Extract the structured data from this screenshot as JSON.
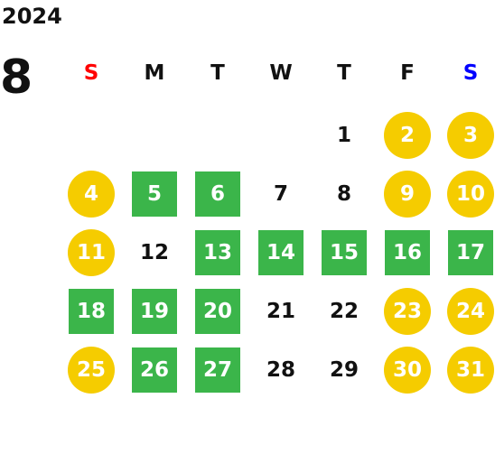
{
  "header": {
    "year": "2024",
    "month": "8"
  },
  "weekdays": [
    {
      "label": "S",
      "color": "#ff0000"
    },
    {
      "label": "M",
      "color": "#111111"
    },
    {
      "label": "T",
      "color": "#111111"
    },
    {
      "label": "W",
      "color": "#111111"
    },
    {
      "label": "T",
      "color": "#111111"
    },
    {
      "label": "F",
      "color": "#111111"
    },
    {
      "label": "S",
      "color": "#0000ff"
    }
  ],
  "colors": {
    "holiday_circle": "#f5cc00",
    "green_square": "#3bb54a",
    "plain_text": "#111111"
  },
  "days": [
    {
      "day": "1",
      "style": "plain"
    },
    {
      "day": "2",
      "style": "circle"
    },
    {
      "day": "3",
      "style": "circle"
    },
    {
      "day": "4",
      "style": "circle"
    },
    {
      "day": "5",
      "style": "square"
    },
    {
      "day": "6",
      "style": "square"
    },
    {
      "day": "7",
      "style": "plain"
    },
    {
      "day": "8",
      "style": "plain"
    },
    {
      "day": "9",
      "style": "circle"
    },
    {
      "day": "10",
      "style": "circle"
    },
    {
      "day": "11",
      "style": "circle"
    },
    {
      "day": "12",
      "style": "plain"
    },
    {
      "day": "13",
      "style": "square"
    },
    {
      "day": "14",
      "style": "square"
    },
    {
      "day": "15",
      "style": "square"
    },
    {
      "day": "16",
      "style": "square"
    },
    {
      "day": "17",
      "style": "square"
    },
    {
      "day": "18",
      "style": "square"
    },
    {
      "day": "19",
      "style": "square"
    },
    {
      "day": "20",
      "style": "square"
    },
    {
      "day": "21",
      "style": "plain"
    },
    {
      "day": "22",
      "style": "plain"
    },
    {
      "day": "23",
      "style": "circle"
    },
    {
      "day": "24",
      "style": "circle"
    },
    {
      "day": "25",
      "style": "circle"
    },
    {
      "day": "26",
      "style": "square"
    },
    {
      "day": "27",
      "style": "square"
    },
    {
      "day": "28",
      "style": "plain"
    },
    {
      "day": "29",
      "style": "plain"
    },
    {
      "day": "30",
      "style": "circle"
    },
    {
      "day": "31",
      "style": "circle"
    }
  ]
}
